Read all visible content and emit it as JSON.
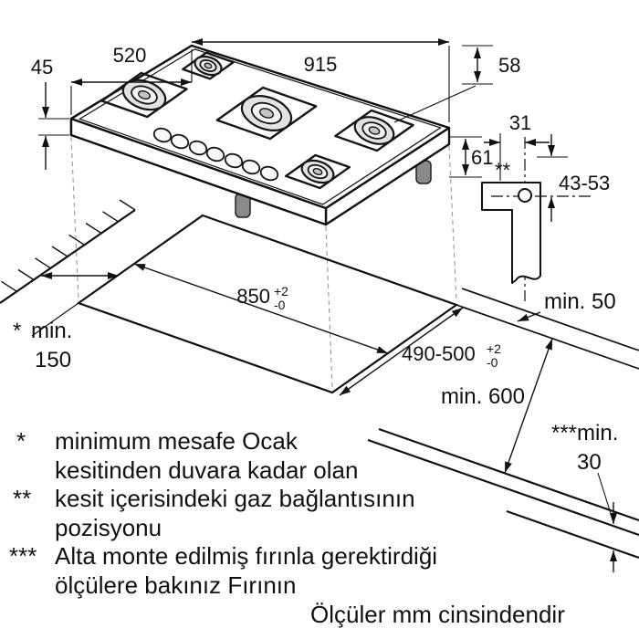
{
  "drawing": {
    "dims": {
      "d45": "45",
      "d520": "520",
      "d915": "915",
      "d58": "58",
      "d61": "61",
      "d31": "31",
      "gas_pos_marker": "**",
      "d43_53": "43-53",
      "min50": "min. 50",
      "d850": "850",
      "d850_tol_plus": "+2",
      "d850_tol_minus": "-0",
      "d490_500": "490-500",
      "d490_tol_plus": "+2",
      "d490_tol_minus": "-0",
      "min150_marker": "*",
      "min150_word": "min.",
      "min150_value": "150",
      "min600": "min. 600",
      "min30_word": "***min.",
      "min30_value": "30"
    },
    "footnotes": [
      {
        "marker": "*",
        "line1": "minimum mesafe Ocak",
        "line2": "kesitinden duvara kadar olan"
      },
      {
        "marker": "**",
        "line1": "kesit içerisindeki gaz bağlantısının",
        "line2": "pozisyonu"
      },
      {
        "marker": "***",
        "line1": "Alta monte edilmiş fırınla gerektirdiği",
        "line2": "ölçülere bakınız Fırının"
      }
    ],
    "units_note": "Ölçüler mm cinsindendir"
  }
}
